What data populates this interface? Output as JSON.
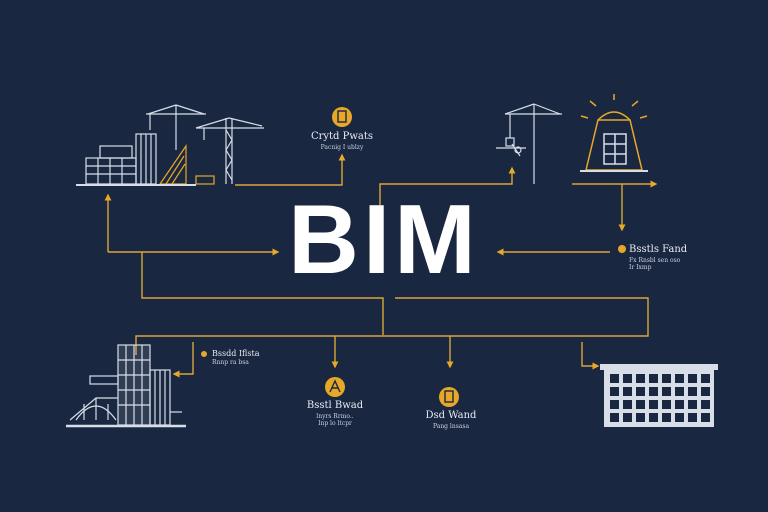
{
  "title": "BIM",
  "labels": {
    "top_center": {
      "main": "Crytd Pwats",
      "sub": "Pacnig I ublzy"
    },
    "right_middle": {
      "main": "Bsstls Fand",
      "sub1": "Fx Rnsbl sen oso",
      "sub2": "Ir Ixmp"
    },
    "bottom_left": {
      "main": "Bssdd Iflsta",
      "sub": "Rnnp ra bsa"
    },
    "bottom_center_left": {
      "main": "Bsstl Bwad",
      "sub1": "lnyrs Rrmo..",
      "sub2": "Inp lo ltcpr"
    },
    "bottom_center_right": {
      "main": "Dsd Wand",
      "sub": "Pang lnsasa"
    }
  },
  "colors": {
    "background": "#1a2740",
    "accent": "#e7a82a",
    "line": "#d9a63a",
    "drawing": "#d7dee8",
    "title": "#ffffff"
  }
}
